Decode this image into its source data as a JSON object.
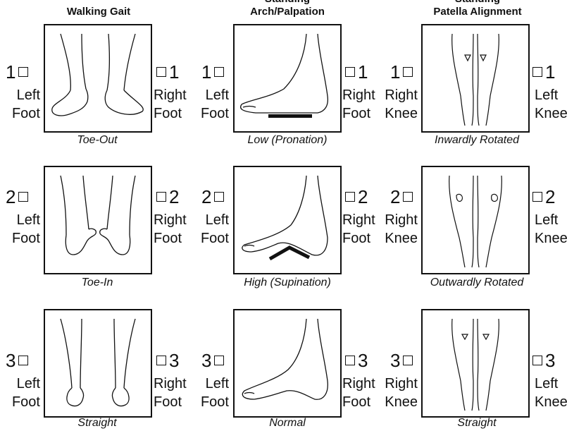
{
  "headers": {
    "gait": {
      "top": "",
      "bottom": "Walking Gait"
    },
    "arch": {
      "top": "Standing",
      "bottom": "Arch/Palpation"
    },
    "patella": {
      "top": "Standing",
      "bottom": "Patella Alignment"
    }
  },
  "rows": [
    {
      "number": "1",
      "gait": {
        "caption": "Toe-Out",
        "left": [
          "Left",
          "Foot"
        ],
        "right": [
          "Right",
          "Foot"
        ]
      },
      "arch": {
        "caption": "Low (Pronation)",
        "left": [
          "Left",
          "Foot"
        ],
        "right": [
          "Right",
          "Foot"
        ]
      },
      "patella": {
        "caption": "Inwardly Rotated",
        "left": [
          "Right",
          "Knee"
        ],
        "right": [
          "Left",
          "Knee"
        ]
      }
    },
    {
      "number": "2",
      "gait": {
        "caption": "Toe-In",
        "left": [
          "Left",
          "Foot"
        ],
        "right": [
          "Right",
          "Foot"
        ]
      },
      "arch": {
        "caption": "High (Supination)",
        "left": [
          "Left",
          "Foot"
        ],
        "right": [
          "Right",
          "Foot"
        ]
      },
      "patella": {
        "caption": "Outwardly Rotated",
        "left": [
          "Right",
          "Knee"
        ],
        "right": [
          "Left",
          "Knee"
        ]
      }
    },
    {
      "number": "3",
      "gait": {
        "caption": "Straight",
        "left": [
          "Left",
          "Foot"
        ],
        "right": [
          "Right",
          "Foot"
        ]
      },
      "arch": {
        "caption": "Normal",
        "left": [
          "Left",
          "Foot"
        ],
        "right": [
          "Right",
          "Foot"
        ]
      },
      "patella": {
        "caption": "Straight",
        "left": [
          "Right",
          "Knee"
        ],
        "right": [
          "Left",
          "Knee"
        ]
      }
    }
  ]
}
